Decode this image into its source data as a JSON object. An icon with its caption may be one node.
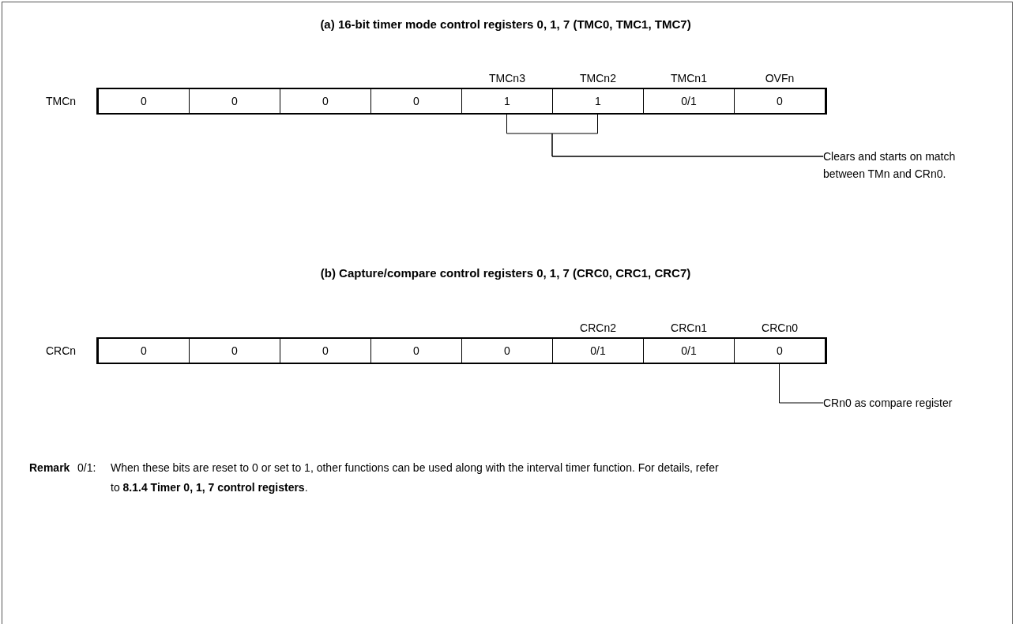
{
  "diagram": {
    "nodes": [
      {
        "text": [
          "TMCn"
        ]
      },
      {
        "text": [
          "0"
        ],
        "in": 0
      },
      {
        "text": [
          "0"
        ],
        "in": 0
      },
      {
        "text": [
          "0"
        ],
        "in": 0
      },
      {
        "text": [
          "0"
        ],
        "in": 0
      },
      {
        "text": [
          "1"
        ],
        "in": 0,
        "beside": [
          "TMCn3"
        ]
      },
      {
        "text": [
          "1"
        ],
        "in": 0,
        "beside": [
          "TMCn2"
        ]
      },
      {
        "text": [
          "0/1"
        ],
        "in": 0,
        "beside": [
          "TMCn1"
        ]
      },
      {
        "text": [
          "0"
        ],
        "in": 0,
        "beside": [
          "OVFn"
        ]
      },
      {
        "text": [
          "Clears and starts on match between TMn and CRn0."
        ]
      },
      {
        "text": [
          "CRCn"
        ]
      },
      {
        "text": [
          "0"
        ],
        "in": 10
      },
      {
        "text": [
          "0"
        ],
        "in": 10
      },
      {
        "text": [
          "0"
        ],
        "in": 10
      },
      {
        "text": [
          "0"
        ],
        "in": 10
      },
      {
        "text": [
          "0"
        ],
        "in": 10
      },
      {
        "text": [
          "0/1"
        ],
        "in": 10,
        "beside": [
          "CRCn2"
        ]
      },
      {
        "text": [
          "0/1"
        ],
        "in": 10,
        "beside": [
          "CRCn1"
        ]
      },
      {
        "text": [
          "0"
        ],
        "in": 10,
        "beside": [
          "CRCn0"
        ]
      },
      {
        "text": [
          "CRn0 as compare register"
        ]
      }
    ],
    "edges": [
      {
        "from": 9,
        "to": 5,
        "arrow": "none"
      },
      {
        "from": 9,
        "to": 6,
        "arrow": "none"
      },
      {
        "from": 19,
        "to": 18,
        "arrow": "none"
      }
    ],
    "labels": [
      "(a)  16-bit timer mode control registers 0, 1, 7 (TMC0, TMC1, TMC7)",
      "(b)  Capture/compare control registers 0, 1, 7 (CRC0, CRC1, CRC7)",
      "Remark",
      "0/1:",
      "When these bits are reset to 0 or set to 1, other functions can be used along with the interval timer function.  For details, refer to **8.1.4 Timer 0, 1, 7 control registers**."
    ]
  }
}
